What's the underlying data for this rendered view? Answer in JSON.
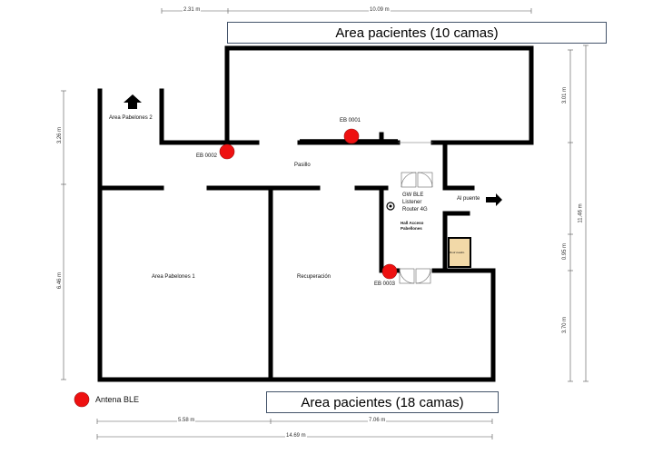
{
  "banners": {
    "top": "Area pacientes (10 camas)",
    "bottom": "Area pacientes (18 camas)"
  },
  "rooms": {
    "pabellones2": "Area Pabelones 2",
    "pabellones1": "Area Pabelones 1",
    "recuperacion": "Recuperación",
    "pasillo": "Pasillo",
    "hall_line1": "Hall Acceso",
    "hall_line2": "Pabellones",
    "small_room": "Roof cuadro",
    "al_puente": "Al puente"
  },
  "gateway": {
    "line1": "GW BLE",
    "line2": "Listener",
    "line3": "Router 4G"
  },
  "antennas": [
    {
      "id": "EB 0001"
    },
    {
      "id": "EB 0002"
    },
    {
      "id": "EB 0003"
    }
  ],
  "legend": {
    "label": "Antena BLE",
    "color": "#ee1111"
  },
  "dimensions": {
    "top_left": "2.31 m",
    "top_right": "10.09 m",
    "bottom_left": "5.58 m",
    "bottom_right": "7.06 m",
    "bottom_total": "14.69 m",
    "left_upper": "3.26 m",
    "left_lower": "6.46 m",
    "right_total": "11.46 m",
    "right_upper": "3.01 m",
    "right_mid": "0.95 m",
    "right_lower": "3.70 m"
  },
  "colors": {
    "wall": "#000000",
    "antenna": "#ee1111",
    "small_room_fill": "#f2d9a8"
  }
}
